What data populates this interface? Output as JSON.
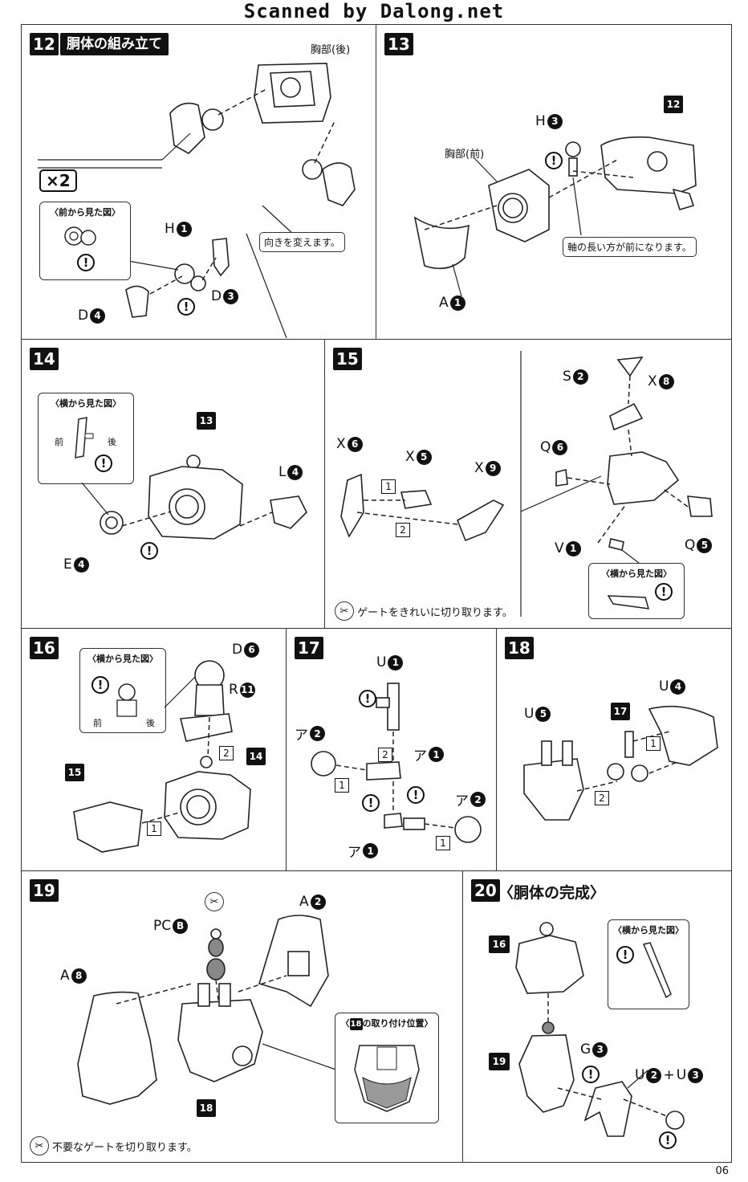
{
  "watermark": "Scanned by Dalong.net",
  "page_number": "06",
  "steps": {
    "s12": {
      "num": "12",
      "title": "胴体の組み立て",
      "label_chest_back": "胸部(後)",
      "x2": "×2",
      "view_front": "〈前から見た図〉",
      "callout": "向きを変えます。",
      "parts": {
        "H": {
          "letter": "H",
          "n": "1"
        },
        "D3": {
          "letter": "D",
          "n": "3"
        },
        "D4": {
          "letter": "D",
          "n": "4"
        }
      }
    },
    "s13": {
      "num": "13",
      "label_chest_front": "胸部(前)",
      "callout": "軸の長い方が前になります。",
      "ref": "12",
      "parts": {
        "H": {
          "letter": "H",
          "n": "3"
        },
        "A": {
          "letter": "A",
          "n": "1"
        }
      }
    },
    "s14": {
      "num": "14",
      "view_side": "〈横から見た図〉",
      "front": "前",
      "back": "後",
      "ref": "13",
      "parts": {
        "L": {
          "letter": "L",
          "n": "4"
        },
        "E": {
          "letter": "E",
          "n": "4"
        }
      }
    },
    "s15": {
      "num": "15",
      "note": "ゲートをきれいに切り取ります。",
      "view_side": "〈横から見た図〉",
      "parts": {
        "X6": {
          "letter": "X",
          "n": "6"
        },
        "X5": {
          "letter": "X",
          "n": "5"
        },
        "X9": {
          "letter": "X",
          "n": "9"
        },
        "S2": {
          "letter": "S",
          "n": "2"
        },
        "X8": {
          "letter": "X",
          "n": "8"
        },
        "Q6": {
          "letter": "Q",
          "n": "6"
        },
        "Q5": {
          "letter": "Q",
          "n": "5"
        },
        "V1": {
          "letter": "V",
          "n": "1"
        }
      },
      "order": [
        "1",
        "2"
      ]
    },
    "s16": {
      "num": "16",
      "view_side": "〈横から見た図〉",
      "front": "前",
      "back": "後",
      "ref14": "14",
      "ref15": "15",
      "parts": {
        "D6": {
          "letter": "D",
          "n": "6"
        },
        "R11": {
          "letter": "R",
          "n": "11"
        }
      },
      "order": [
        "1",
        "2"
      ]
    },
    "s17": {
      "num": "17",
      "parts": {
        "U1": {
          "letter": "U",
          "n": "1"
        },
        "a2a": {
          "letter": "ア",
          "n": "2"
        },
        "a1a": {
          "letter": "ア",
          "n": "1"
        },
        "a2b": {
          "letter": "ア",
          "n": "2"
        },
        "a1b": {
          "letter": "ア",
          "n": "1"
        }
      },
      "order": [
        "1",
        "2"
      ]
    },
    "s18": {
      "num": "18",
      "ref": "17",
      "parts": {
        "U4": {
          "letter": "U",
          "n": "4"
        },
        "U5": {
          "letter": "U",
          "n": "5"
        }
      },
      "order": [
        "1",
        "2"
      ]
    },
    "s19": {
      "num": "19",
      "note": "不要なゲートを切り取ります。",
      "ref": "18",
      "install_title_num": "18",
      "install_title": "の取り付け位置〉",
      "install_prefix": "〈",
      "parts": {
        "PC": {
          "letter": "PC",
          "n": "B"
        },
        "A2": {
          "letter": "A",
          "n": "2"
        },
        "A8": {
          "letter": "A",
          "n": "8"
        }
      }
    },
    "s20": {
      "num": "20",
      "title": "〈胴体の完成〉",
      "view_side": "〈横から見た図〉",
      "ref16": "16",
      "ref19": "19",
      "parts": {
        "G3": {
          "letter": "G",
          "n": "3"
        },
        "U2": {
          "letter": "U",
          "n": "2"
        },
        "U3": {
          "letter": "U",
          "n": "3"
        }
      },
      "plus": "+"
    }
  }
}
